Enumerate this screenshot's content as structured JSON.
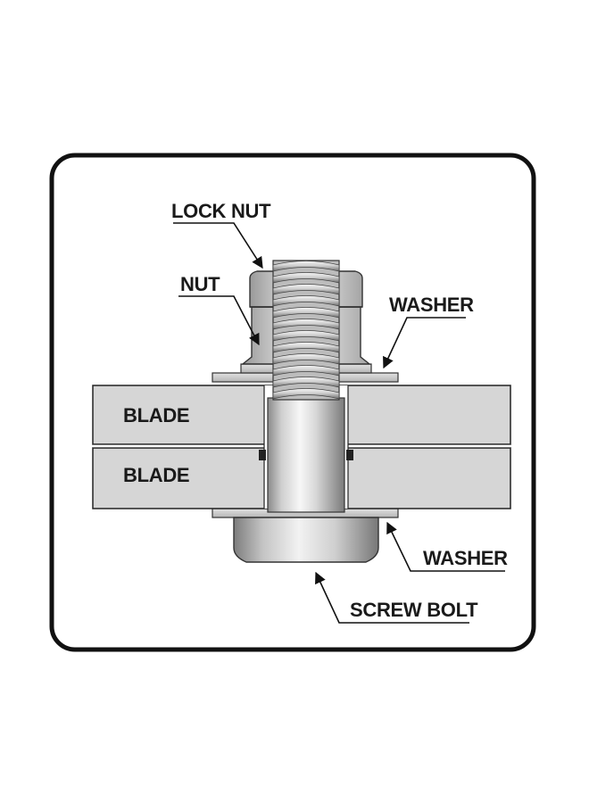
{
  "labels": {
    "lock_nut": "LOCK NUT",
    "nut": "NUT",
    "washer_top": "WASHER",
    "blade_top": "BLADE",
    "blade_bottom": "BLADE",
    "washer_bottom": "WASHER",
    "screw_bolt": "SCREW BOLT"
  },
  "colors": {
    "frame": "#111111",
    "blade_fill": "#d6d6d6",
    "metal_light": "#f4f4f4",
    "metal_mid": "#bdbdbd",
    "metal_dark": "#6f6f6f",
    "outline": "#222222"
  }
}
